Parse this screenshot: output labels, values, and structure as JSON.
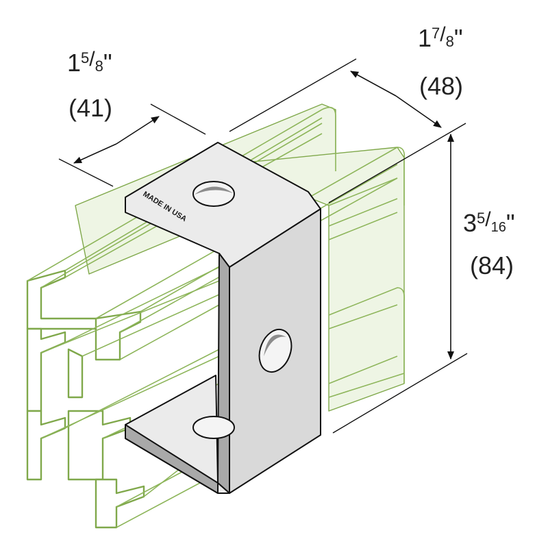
{
  "dimensions": {
    "width_a": {
      "fraction": "1⁵⁄₈\"",
      "whole": "1",
      "num": "5",
      "den": "8",
      "metric": "(41)"
    },
    "width_b": {
      "fraction": "1⁷⁄₈\"",
      "whole": "1",
      "num": "7",
      "den": "8",
      "metric": "(48)"
    },
    "height": {
      "fraction": "3⁵⁄₁₆\"",
      "whole": "3",
      "num": "5",
      "den": "16",
      "metric": "(84)"
    }
  },
  "stamp": "MADE IN USA",
  "colors": {
    "rail": "#7fa84a",
    "bracket": "#d9d9d9",
    "dimension_lines": "#111111"
  }
}
